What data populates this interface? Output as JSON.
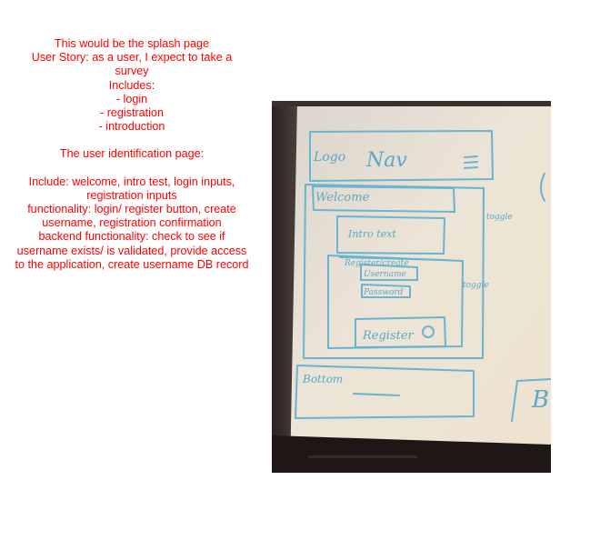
{
  "notes": {
    "splash_title": "This would be the splash page",
    "user_story": "User Story: as a user, I expect to take a survey",
    "includes_heading": "Includes:",
    "includes": [
      "- login",
      "- registration",
      "- introduction"
    ],
    "identification_heading": "The user identification page:",
    "include_line": "Include: welcome, intro test,  login inputs, registration inputs",
    "functionality_line": "functionality: login/ register button, create username, registration confirmation",
    "backend_line": "backend functionality: check to see if username exists/ is validated, provide access to the application, create username DB record"
  },
  "sketch": {
    "logo": "Logo",
    "nav": "Nav",
    "welcome": "Welcome",
    "intro": "Intro text",
    "toggle_1": "toggle",
    "toggle_2": "toggle",
    "register_create": "Register/create",
    "username": "Username",
    "password": "Password",
    "register": "Register",
    "bottom": "Bottom",
    "edge_letter": "B"
  },
  "colors": {
    "text_red": "#ff0000",
    "whiteboard": "#e9e1d3",
    "marker_blue": "#69b4d2",
    "frame_dark": "#1e1715"
  }
}
